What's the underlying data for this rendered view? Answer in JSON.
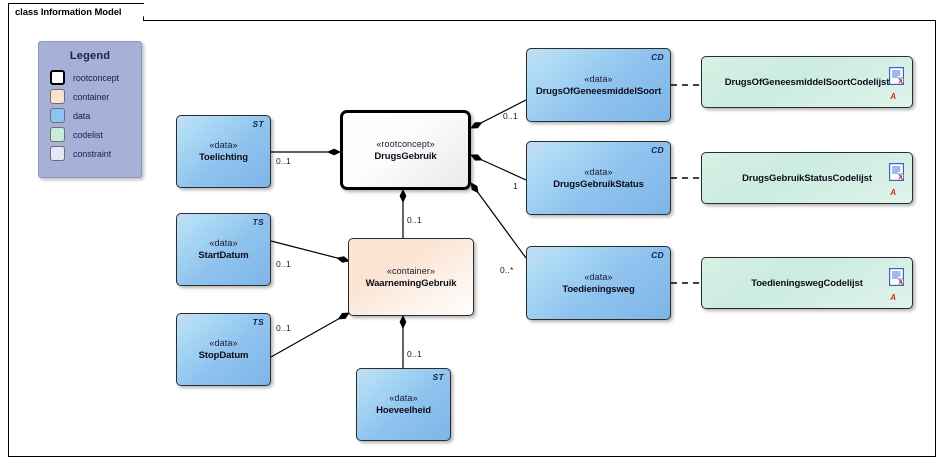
{
  "diagram": {
    "title": "class Information Model",
    "type": "uml-class-diagram"
  },
  "legend": {
    "title": "Legend",
    "items": [
      {
        "label": "rootconcept",
        "swatch": "rootconcept",
        "color": "#ffffff"
      },
      {
        "label": "container",
        "swatch": "container",
        "color": "#fae2cf"
      },
      {
        "label": "data",
        "swatch": "data",
        "color": "#8fc4ef"
      },
      {
        "label": "codelist",
        "swatch": "codelist",
        "color": "#c8ecd9"
      },
      {
        "label": "constraint",
        "swatch": "constraint",
        "color": "#e4e7f7"
      }
    ]
  },
  "nodes": {
    "drugsgebruik": {
      "stereotype": "«rootconcept»",
      "name": "DrugsGebruik",
      "corner": "",
      "kind": "rootconcept"
    },
    "toelichting": {
      "stereotype": "«data»",
      "name": "Toelichting",
      "corner": "ST",
      "kind": "data"
    },
    "startdatum": {
      "stereotype": "«data»",
      "name": "StartDatum",
      "corner": "TS",
      "kind": "data"
    },
    "stopdatum": {
      "stereotype": "«data»",
      "name": "StopDatum",
      "corner": "TS",
      "kind": "data"
    },
    "waarnemingggebruik": {
      "stereotype": "«container»",
      "name": "WaarnemingGebruik",
      "corner": "",
      "kind": "container"
    },
    "hoeveelheid": {
      "stereotype": "«data»",
      "name": "Hoeveelheid",
      "corner": "ST",
      "kind": "data"
    },
    "drugsofgeneesmiddelsoort": {
      "stereotype": "«data»",
      "name": "DrugsOfGeneesmiddelSoort",
      "corner": "CD",
      "kind": "data"
    },
    "drugsgebruikstatus": {
      "stereotype": "«data»",
      "name": "DrugsGebruikStatus",
      "corner": "CD",
      "kind": "data"
    },
    "toedieningsweg": {
      "stereotype": "«data»",
      "name": "Toedieningsweg",
      "corner": "CD",
      "kind": "data"
    }
  },
  "codelists": {
    "drugsofgeneesmiddelsoortcodelijst": {
      "name": "DrugsOfGeneesmiddelSoortCodelijst",
      "marker": "A",
      "icon": "document-note-icon"
    },
    "drugsgebruikstatuscodelijst": {
      "name": "DrugsGebruikStatusCodelijst",
      "marker": "A",
      "icon": "document-note-icon"
    },
    "toedieningswegcodelijst": {
      "name": "ToedieningswegCodelijst",
      "marker": "A",
      "icon": "document-note-icon"
    }
  },
  "associations": [
    {
      "from": "toelichting",
      "to": "drugsgebruik",
      "type": "composition",
      "multiplicity": "0..1"
    },
    {
      "from": "drugsofgeneesmiddelsoort",
      "to": "drugsgebruik",
      "type": "composition",
      "multiplicity": "0..1"
    },
    {
      "from": "drugsgebruikstatus",
      "to": "drugsgebruik",
      "type": "composition",
      "multiplicity": "1"
    },
    {
      "from": "toedieningsweg",
      "to": "drugsgebruik",
      "type": "composition",
      "multiplicity": "0..*"
    },
    {
      "from": "waarnemingggebruik",
      "to": "drugsgebruik",
      "type": "composition",
      "multiplicity": "0..1"
    },
    {
      "from": "startdatum",
      "to": "waarnemingggebruik",
      "type": "composition",
      "multiplicity": "0..1"
    },
    {
      "from": "stopdatum",
      "to": "waarnemingggebruik",
      "type": "composition",
      "multiplicity": "0..1"
    },
    {
      "from": "hoeveelheid",
      "to": "waarnemingggebruik",
      "type": "composition",
      "multiplicity": "0..1"
    }
  ],
  "dependencies": [
    {
      "from": "drugsofgeneesmiddelsoort",
      "to": "drugsofgeneesmiddelsoortcodelijst",
      "style": "dashed"
    },
    {
      "from": "drugsgebruikstatus",
      "to": "drugsgebruikstatuscodelijst",
      "style": "dashed"
    },
    {
      "from": "toedieningsweg",
      "to": "toedieningswegcodelijst",
      "style": "dashed"
    }
  ],
  "colors": {
    "data_fill": "#8fc2ee",
    "container_fill": "#fbe4d2",
    "codelist_fill": "#cbecdf",
    "rootconcept_fill": "#ffffff",
    "legend_bg": "#a7b0d6",
    "marker_red": "#d42a1e",
    "line": "#000000"
  }
}
